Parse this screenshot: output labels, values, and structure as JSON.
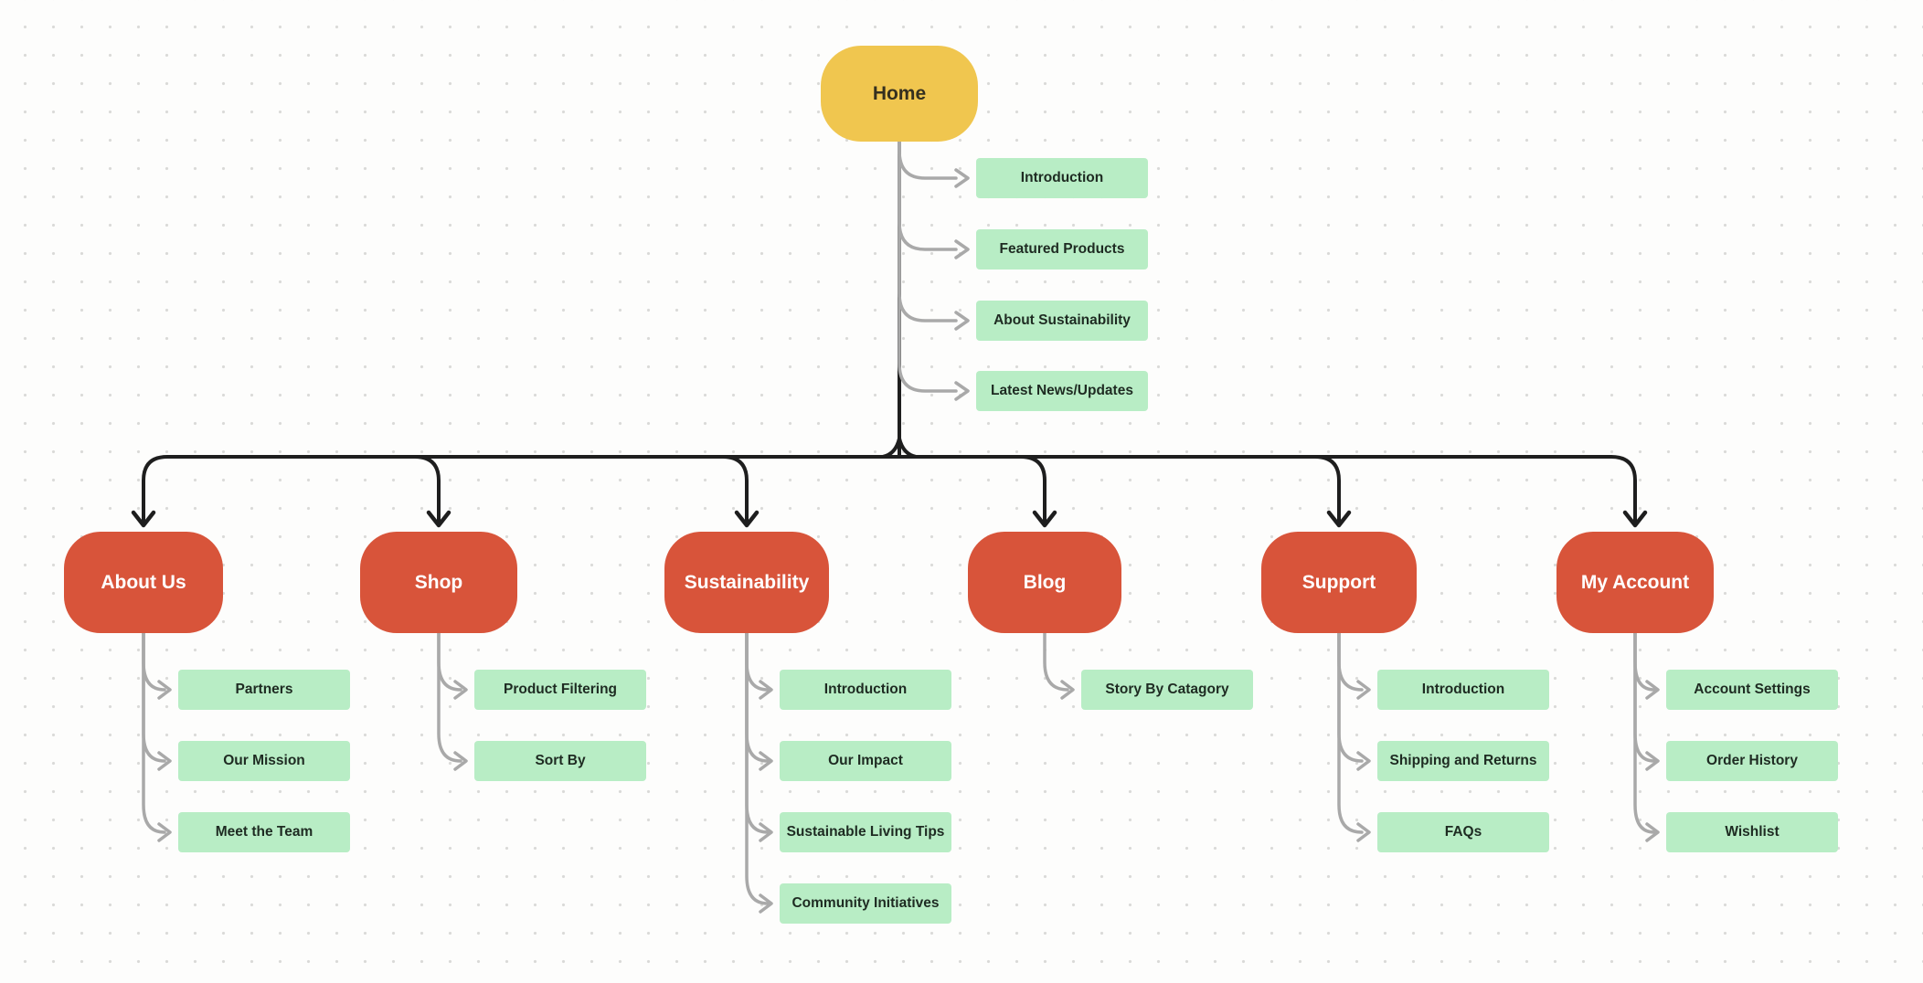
{
  "canvas": {
    "background": "#FDFDFC",
    "dot_color": "#DADAD8"
  },
  "colors": {
    "root_fill": "#F0C64F",
    "root_text": "#35301F",
    "section_fill": "#D8543A",
    "section_text": "#FFFFFF",
    "leaf_fill": "#B8EDC5",
    "leaf_text": "#1E2B22",
    "connector_black": "#1E1E1E",
    "connector_gray": "#A9A9A9"
  },
  "sitemap": {
    "root": {
      "label": "Home"
    },
    "root_pages": [
      "Introduction",
      "Featured Products",
      "About Sustainability",
      "Latest News/Updates"
    ],
    "sections": [
      {
        "label": "About Us",
        "children": [
          "Partners",
          "Our Mission",
          "Meet the Team"
        ]
      },
      {
        "label": "Shop",
        "children": [
          "Product Filtering",
          "Sort By"
        ]
      },
      {
        "label": "Sustainability",
        "children": [
          "Introduction",
          "Our Impact",
          "Sustainable Living Tips",
          "Community Initiatives"
        ]
      },
      {
        "label": "Blog",
        "children": [
          "Story By Catagory"
        ]
      },
      {
        "label": "Support",
        "children": [
          "Introduction",
          "Shipping and Returns",
          "FAQs"
        ]
      },
      {
        "label": "My Account",
        "children": [
          "Account Settings",
          "Order History",
          "Wishlist"
        ]
      }
    ]
  }
}
